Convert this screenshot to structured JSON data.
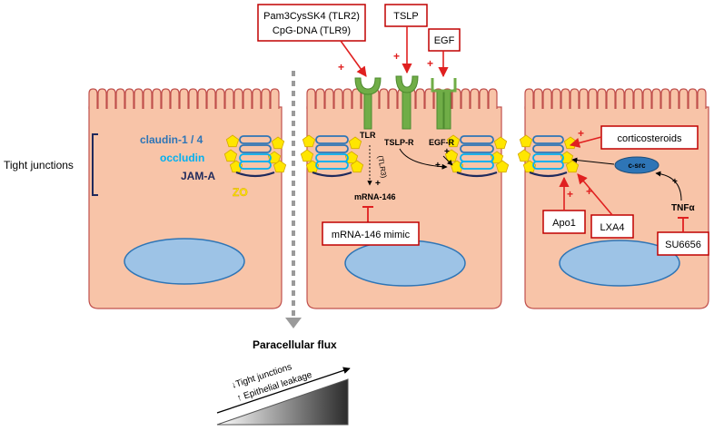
{
  "left_labels": {
    "tight_junctions": "Tight junctions",
    "claudin": "claudin-1 / 4",
    "occludin": "occludin",
    "jam": "JAM-A",
    "zo": "ZO"
  },
  "receptors": {
    "tlr": "TLR",
    "tslpr": "TSLP-R",
    "egfr": "EGF-R",
    "tlr3": "(TLR3)",
    "mrna146": "mRNA-146"
  },
  "boxes": {
    "pam_line1": "Pam3CysSK4 (TLR2)",
    "pam_line2": "CpG-DNA (TLR9)",
    "tslp": "TSLP",
    "egf": "EGF",
    "mrna_mimic": "mRNA-146 mimic",
    "corticosteroids": "corticosteroids",
    "apo1": "Apo1",
    "lxa4": "LXA4",
    "su6656": "SU6656"
  },
  "signaling": {
    "csrc": "c-src",
    "tnfa": "TNFα"
  },
  "signs": {
    "plus": "+"
  },
  "bottom": {
    "flux": "Paracellular flux",
    "wedge_line1": "↓Tight junctions",
    "wedge_line2": "↑ Epithelial leakage"
  },
  "colors": {
    "cell_fill": "#f8c4a8",
    "cell_stroke": "#c0504d",
    "nucleus_fill": "#9dc3e6",
    "nucleus_stroke": "#2e75b6",
    "claudin": "#2e75b6",
    "occludin": "#00b0f0",
    "jam": "#1f2a5c",
    "zo": "#ffe600",
    "receptor": "#70ad47",
    "inhibit": "#e02020"
  }
}
